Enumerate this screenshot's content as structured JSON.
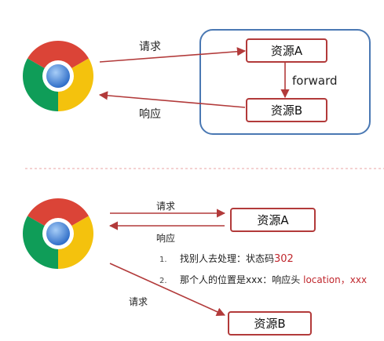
{
  "top": {
    "request_label": "请求",
    "response_label": "响应",
    "resource_a": "资源A",
    "resource_b": "资源B",
    "forward_label": "forward"
  },
  "bottom": {
    "request_label": "请求",
    "response_label": "响应",
    "resource_a": "资源A",
    "resource_b": "资源B",
    "second_request_label": "请求",
    "steps": [
      {
        "num": "1.",
        "text": "找别人去处理：状态码",
        "highlight": "302"
      },
      {
        "num": "2.",
        "text": "那个人的位置是xxx：响应头 ",
        "highlight": "location，xxx"
      }
    ]
  },
  "colors": {
    "arrow": "#b23a3a",
    "server_box": "#4a78b3",
    "divider": "#e9a3a3"
  },
  "icons": [
    "chrome-icon"
  ]
}
